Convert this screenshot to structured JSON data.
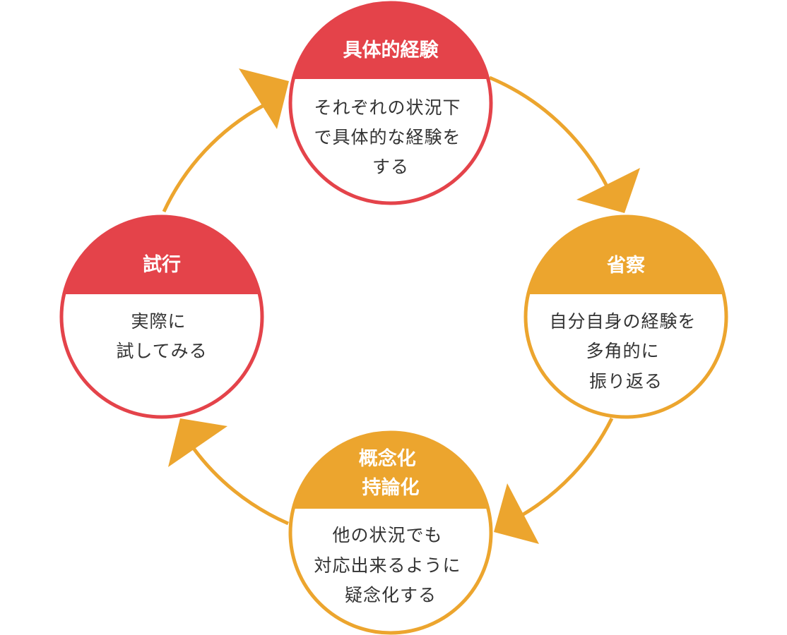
{
  "colors": {
    "red": "#e4434a",
    "orange": "#eca52e",
    "body_text": "#333333",
    "title_text": "#ffffff",
    "background": "#ffffff"
  },
  "nodes": {
    "experience": {
      "title": [
        "具体的経験"
      ],
      "body": [
        "それぞれの状況下",
        "で具体的な経験を",
        "する"
      ],
      "color": "red"
    },
    "reflection": {
      "title": [
        "省察"
      ],
      "body": [
        "自分自身の経験を",
        "多角的に",
        "振り返る"
      ],
      "color": "orange"
    },
    "conceptualization": {
      "title": [
        "概念化",
        "持論化"
      ],
      "body": [
        "他の状況でも",
        "対応出来るように",
        "疑念化する"
      ],
      "color": "orange"
    },
    "trial": {
      "title": [
        "試行"
      ],
      "body": [
        "実際に",
        "試してみる"
      ],
      "color": "red"
    }
  },
  "cycle_order": [
    "experience",
    "reflection",
    "conceptualization",
    "trial"
  ]
}
